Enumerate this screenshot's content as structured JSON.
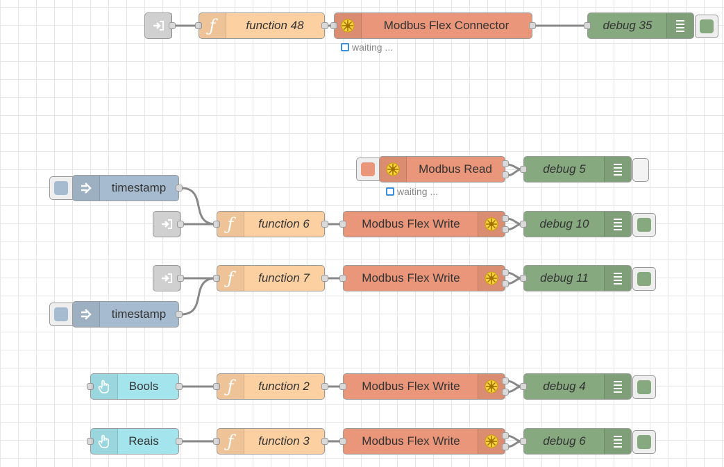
{
  "colors": {
    "function": "#fdd0a2",
    "modbus": "#e9967a",
    "debug": "#87a980",
    "inject": "#a6bbcf",
    "dashboard_button": "#a4e4ec",
    "link": "#dddddd",
    "wire": "#888888",
    "status_ring": "#3b8ede"
  },
  "nodes": {
    "function_48": "function 48",
    "modbus_flex_connector": "Modbus Flex Connector",
    "debug_35": "debug 35",
    "modbus_read": "Modbus Read",
    "debug_5": "debug 5",
    "timestamp_1": "timestamp",
    "function_6": "function 6",
    "modbus_flex_write_1": "Modbus Flex Write",
    "debug_10": "debug 10",
    "function_7": "function 7",
    "modbus_flex_write_2": "Modbus Flex Write",
    "debug_11": "debug 11",
    "timestamp_2": "timestamp",
    "bools": "Bools",
    "function_2": "function 2",
    "modbus_flex_write_3": "Modbus Flex Write",
    "debug_4": "debug 4",
    "reais": "Reais",
    "function_3": "function 3",
    "modbus_flex_write_4": "Modbus Flex Write",
    "debug_6": "debug 6"
  },
  "statuses": {
    "connector": "waiting ...",
    "read": "waiting ..."
  },
  "icons": {
    "link_in": "link-in-icon",
    "function": "function-icon",
    "modbus": "modbus-gear-icon",
    "debug": "debug-list-icon",
    "inject": "inject-arrow-icon",
    "dashboard_button": "hand-pointer-icon"
  }
}
